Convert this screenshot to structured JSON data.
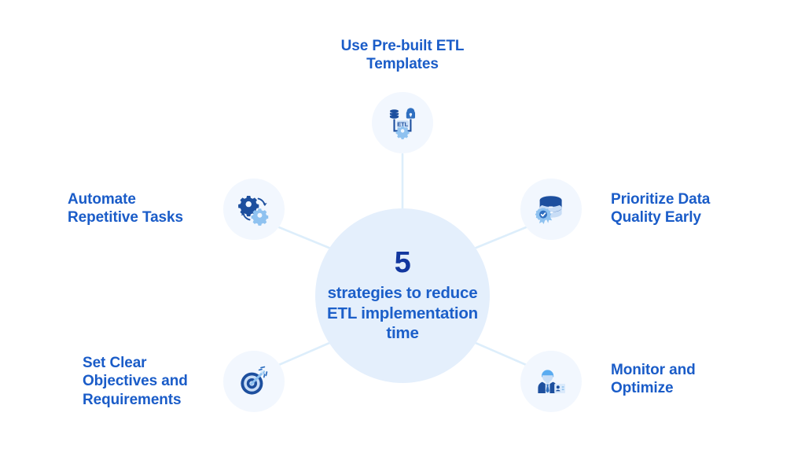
{
  "theme": {
    "background": "#ffffff",
    "hub_fill": "#e4effc",
    "node_fill": "#f2f7fe",
    "connector": "#ddeefb",
    "text_blue": "#1a5cc8",
    "number_navy": "#12379f",
    "icon_dark": "#1d4f9e",
    "icon_mid": "#2f6fc0",
    "icon_light": "#8fc2f0",
    "icon_pale": "#c8ddf6"
  },
  "hub": {
    "number": "5",
    "caption": "strategies\nto reduce ETL\nimplementation\ntime"
  },
  "nodes": [
    {
      "id": "use-pre-built-etl-templates",
      "label": "Use Pre-built ETL\nTemplates",
      "icon": "etl-pipeline-icon",
      "position": "top"
    },
    {
      "id": "automate-repetitive-tasks",
      "label": "Automate\nRepetitive Tasks",
      "icon": "gears-refresh-icon",
      "position": "left-upper"
    },
    {
      "id": "prioritize-data-quality-early",
      "label": "Prioritize Data\nQuality Early",
      "icon": "database-quality-badge-icon",
      "position": "right-upper"
    },
    {
      "id": "set-clear-objectives-and-requirements",
      "label": "Set Clear\nObjectives and\nRequirements",
      "icon": "target-dart-icon",
      "position": "left-lower"
    },
    {
      "id": "monitor-and-optimize",
      "label": "Monitor and\nOptimize",
      "icon": "person-id-badge-icon",
      "position": "right-lower"
    }
  ],
  "icon_labels": {
    "etl_text": "ETL"
  }
}
